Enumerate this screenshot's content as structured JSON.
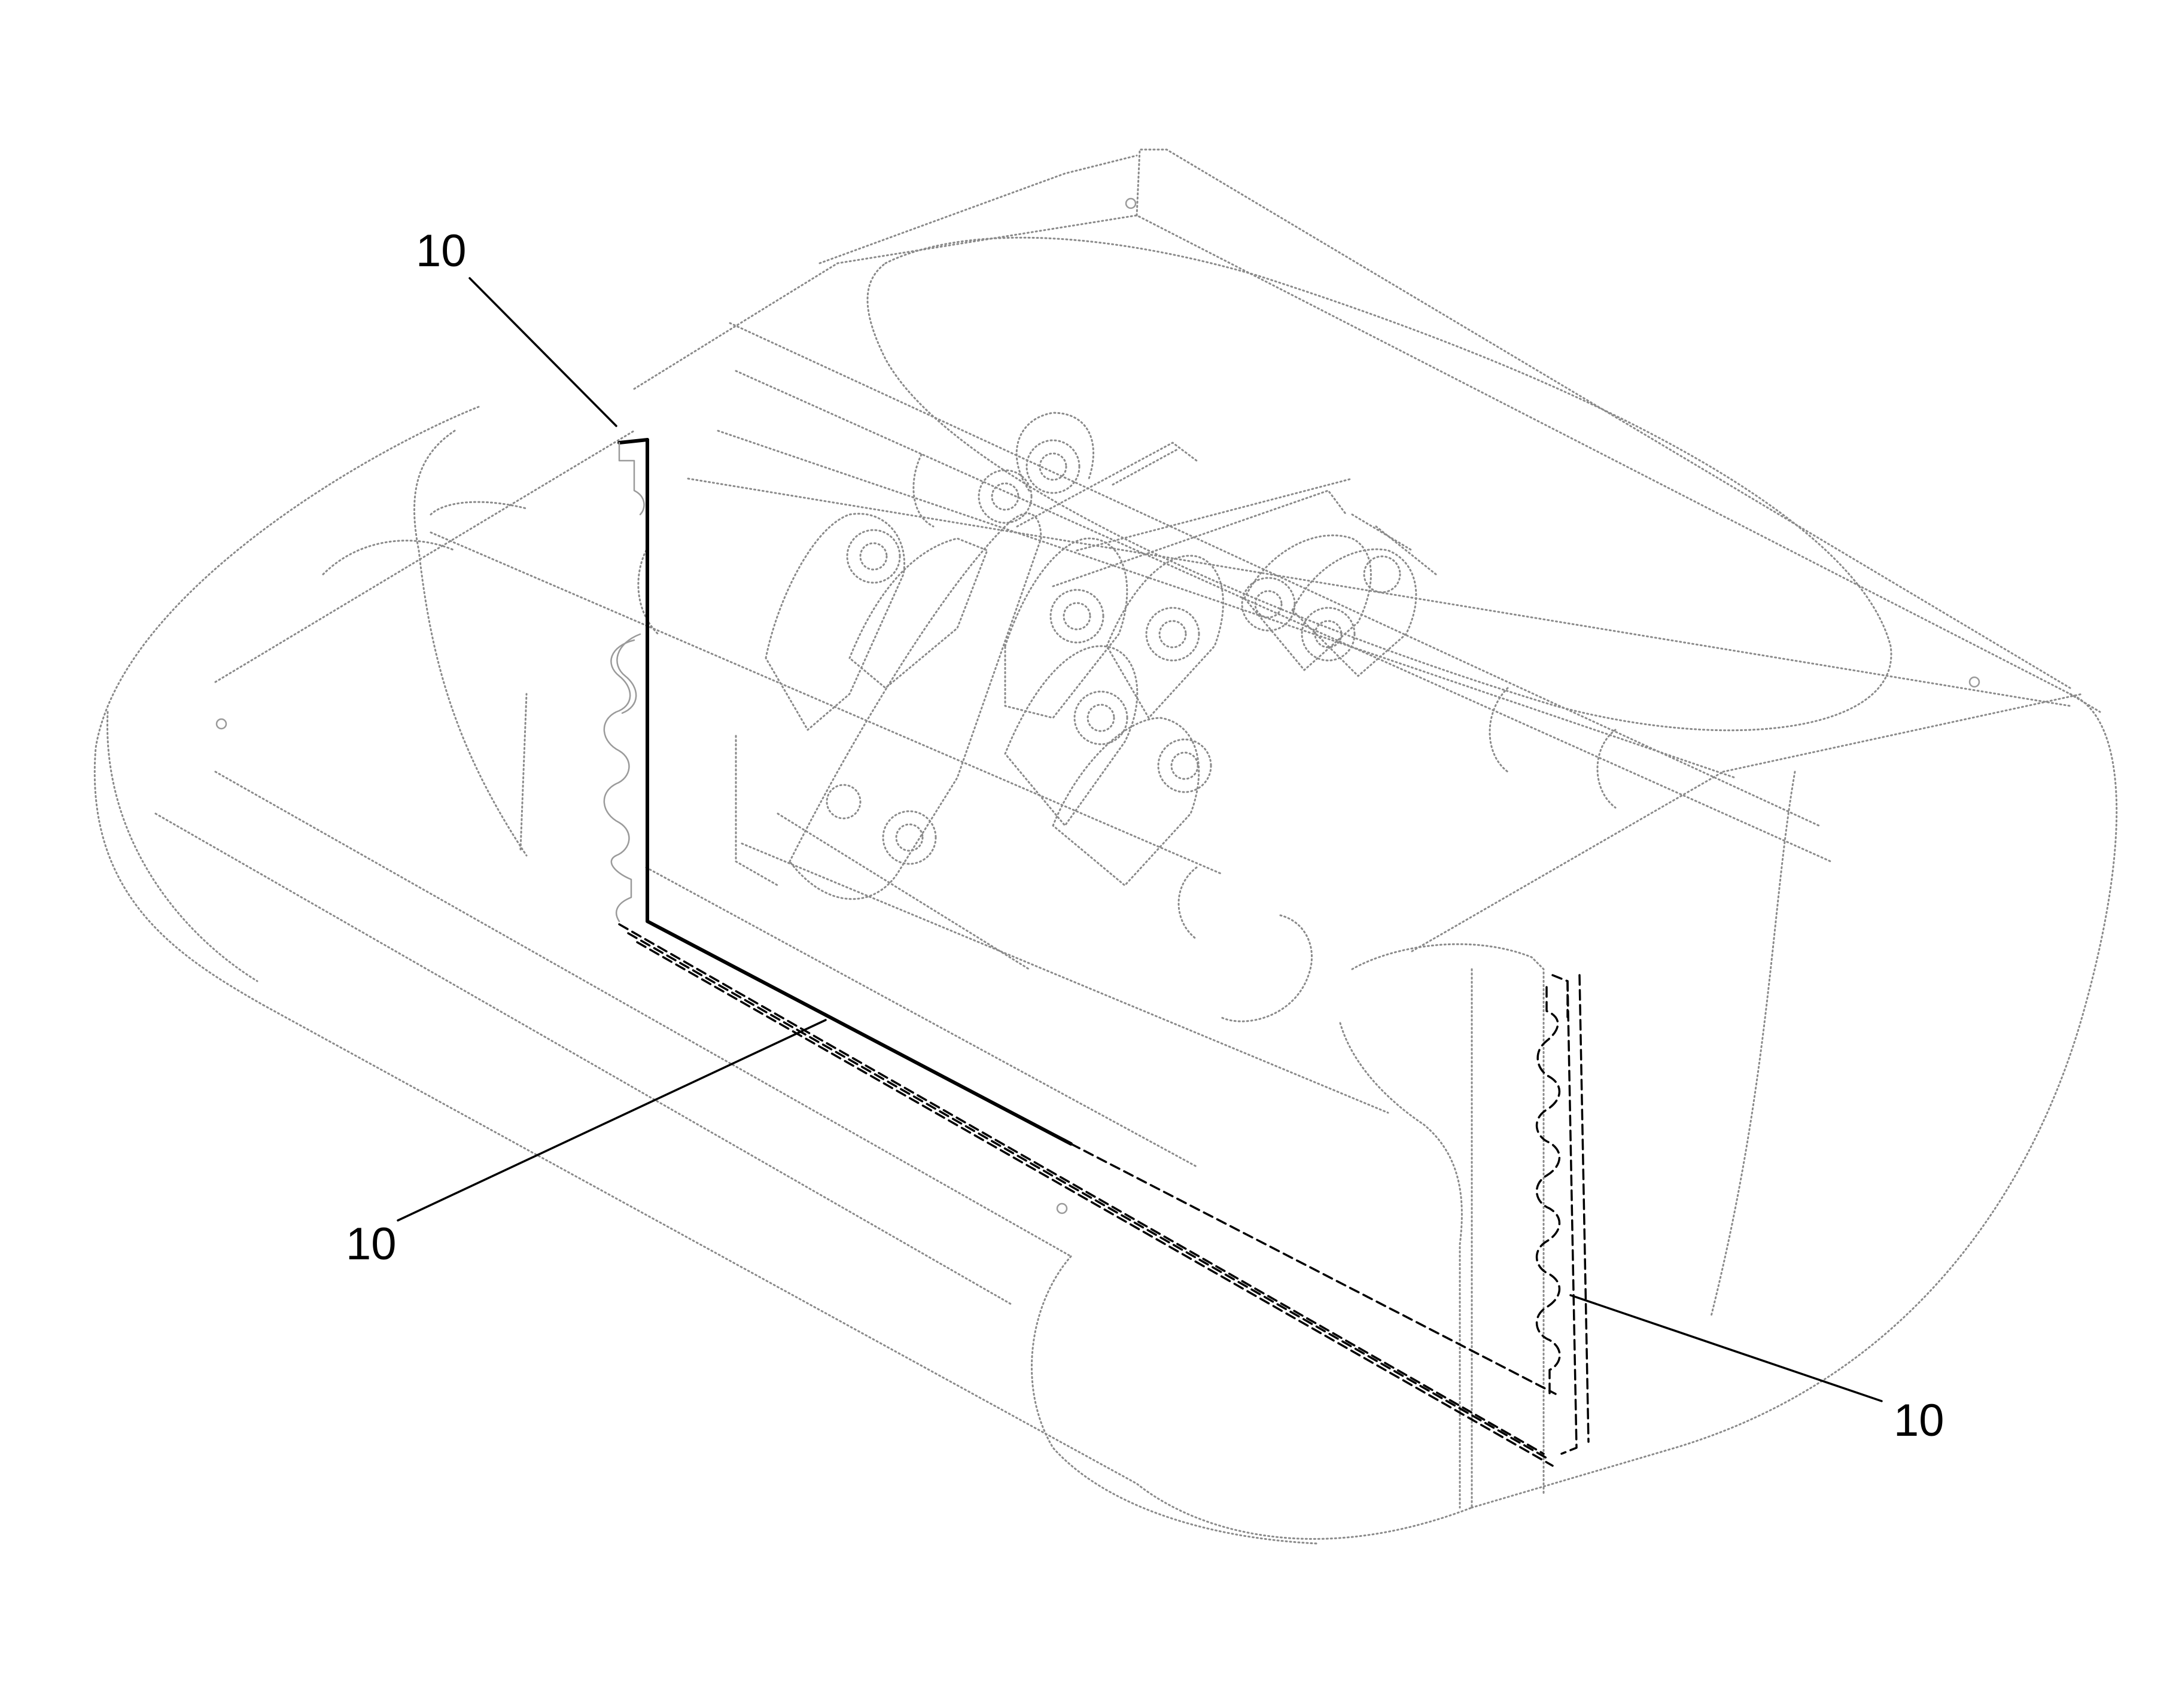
{
  "labels": [
    {
      "id": "ref-top-left",
      "text": "10"
    },
    {
      "id": "ref-bottom-left",
      "text": "10"
    },
    {
      "id": "ref-right",
      "text": "10"
    }
  ],
  "colors": {
    "background": "#ffffff",
    "emphasized_line": "#000000",
    "background_line": "#8a8a8a"
  }
}
